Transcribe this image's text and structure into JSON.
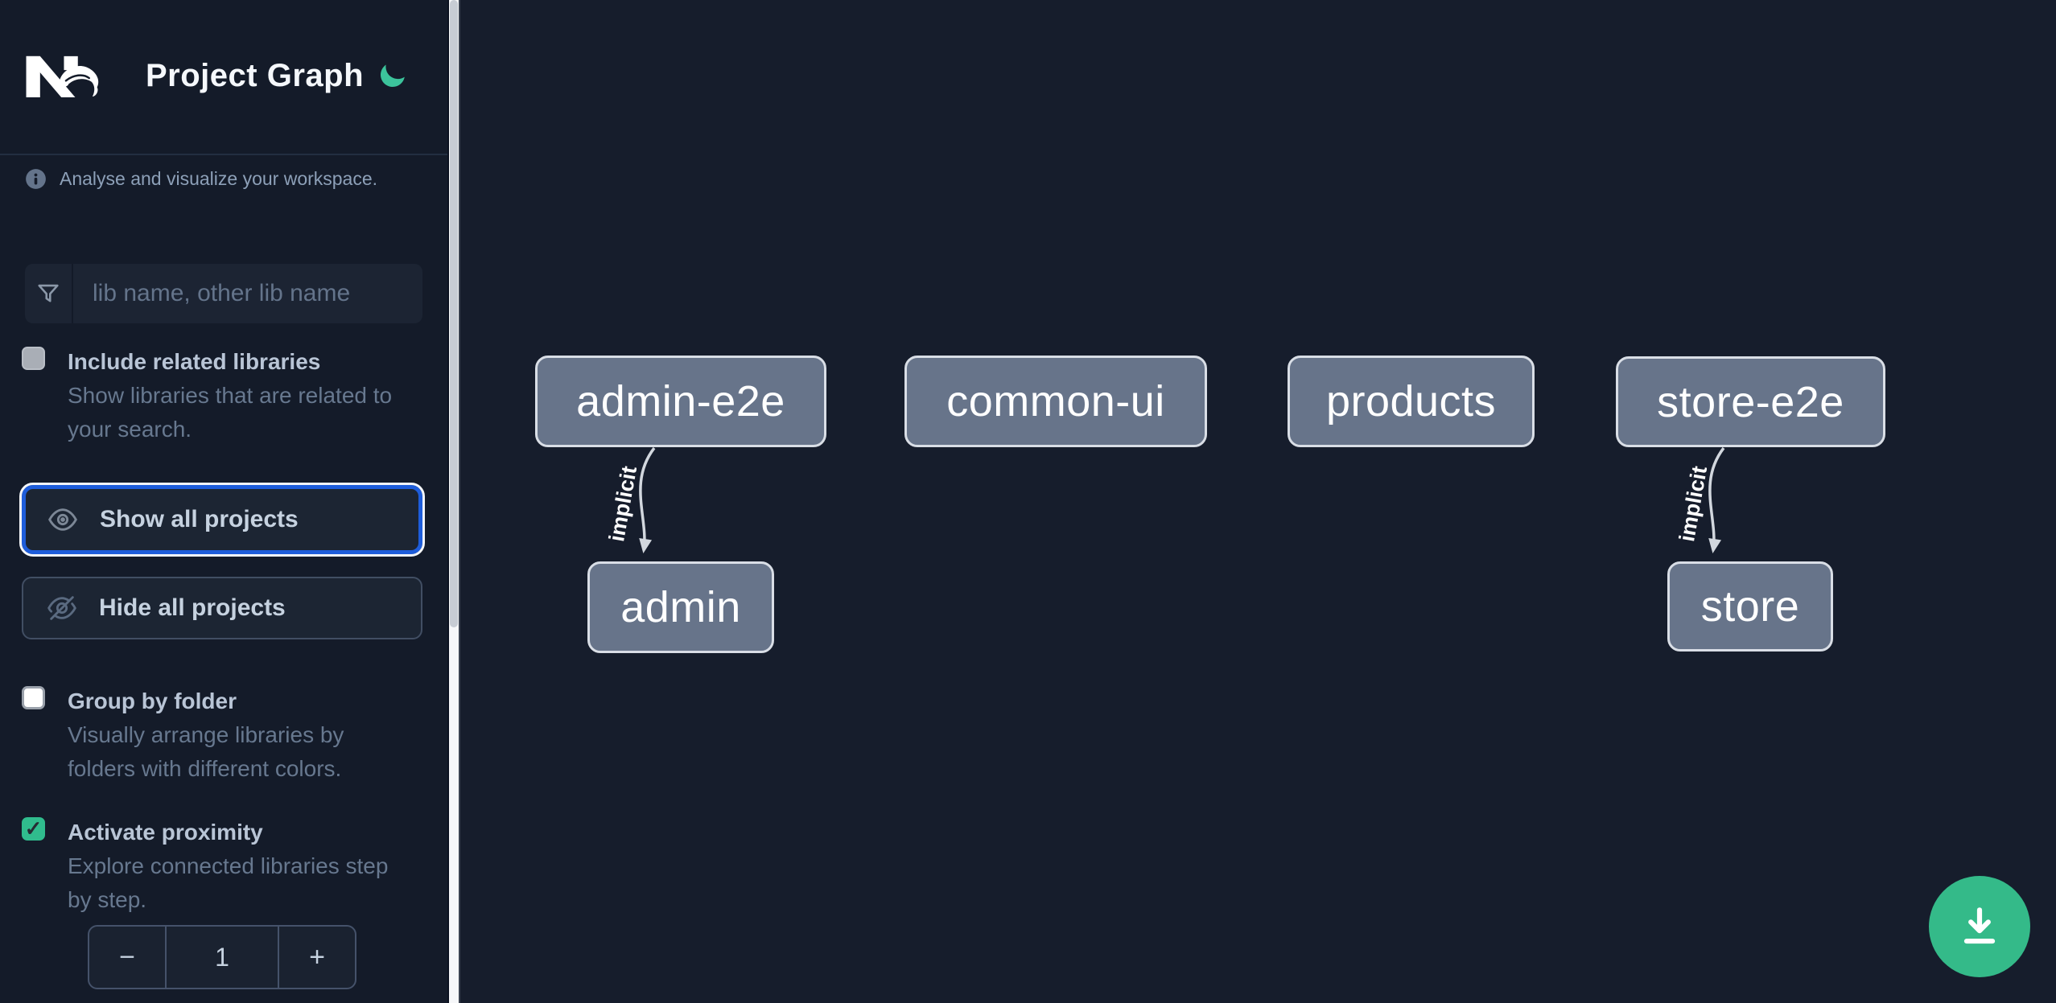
{
  "app": {
    "title": "Project Graph"
  },
  "colors": {
    "sidebar_bg": "#141b29",
    "canvas_bg": "#161d2c",
    "accent_green": "#30bc8d",
    "moon_green": "#3cc39b",
    "fab_green": "#34ba89",
    "focus_blue": "#1e5ddb",
    "node_fill": "#67748a",
    "node_border": "#d9dee6",
    "edge": "#d2d7de"
  },
  "sidebar": {
    "info": {
      "icon": "info-icon",
      "text": "Analyse and visualize your workspace."
    },
    "search": {
      "icon": "filter-icon",
      "placeholder": "lib name, other lib name",
      "value": ""
    },
    "options": [
      {
        "label": "Include related libraries",
        "description": "Show libraries that are related to your search.",
        "checked": false
      },
      {
        "label": "Group by folder",
        "description": "Visually arrange libraries by folders with different colors.",
        "checked": false
      },
      {
        "label": "Activate proximity",
        "description": "Explore connected libraries step by step.",
        "checked": true
      }
    ],
    "actions": [
      {
        "icon": "eye-icon",
        "label": "Show all projects",
        "focused": true
      },
      {
        "icon": "eye-off-icon",
        "label": "Hide all projects",
        "focused": false
      }
    ],
    "stepper": {
      "decrement_label": "−",
      "value": "1",
      "increment_label": "+"
    },
    "check_glyph": "✓"
  },
  "graph": {
    "nodes": [
      {
        "label": "admin-e2e"
      },
      {
        "label": "common-ui"
      },
      {
        "label": "products"
      },
      {
        "label": "store-e2e"
      },
      {
        "label": "admin"
      },
      {
        "label": "store"
      }
    ],
    "edges": [
      {
        "from": "admin-e2e",
        "to": "admin",
        "label": "implicit"
      },
      {
        "from": "store-e2e",
        "to": "store",
        "label": "implicit"
      }
    ]
  },
  "fab": {
    "icon": "download-icon"
  }
}
